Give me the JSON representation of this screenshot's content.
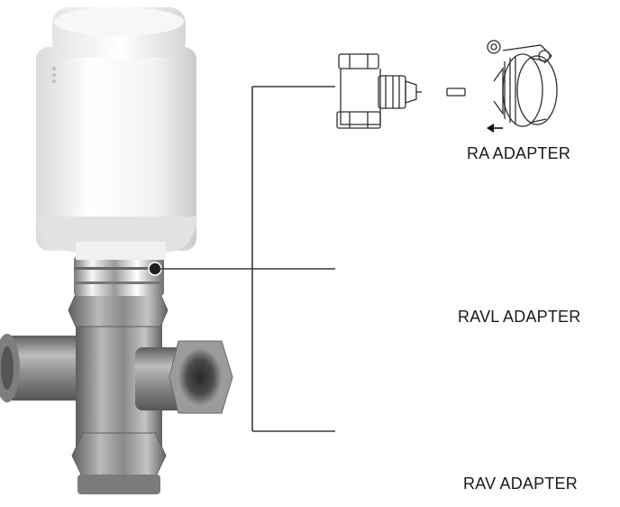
{
  "adapters": [
    {
      "label": "RA ADAPTER"
    },
    {
      "label": "RAVL ADAPTER"
    },
    {
      "label": "RAV ADAPTER"
    }
  ],
  "colors": {
    "line": "#3a3a3a",
    "head_white": "#f3f3f3",
    "metal": "#8e8e8e",
    "chrome": "#cfcfcf"
  }
}
